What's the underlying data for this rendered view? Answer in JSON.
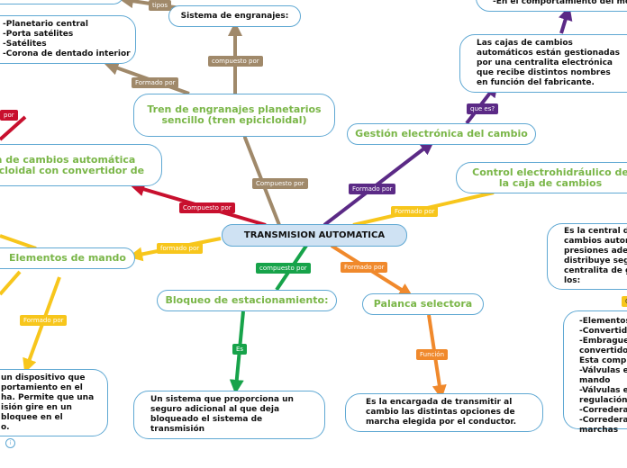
{
  "colors": {
    "brown": "#a0896a",
    "red": "#c8102e",
    "purple": "#5b2a86",
    "green": "#17a34a",
    "orange": "#f0892c",
    "yellow": "#f7c61c",
    "node_border": "#5fa8d3",
    "central_fill": "#cfe2f3"
  },
  "nodes": {
    "central": "TRANSMISION AUTOMATICA",
    "tren": "Tren de engranajes planetarios sencillo (tren epicicloidal)",
    "sistema": "Sistema de engranajes:",
    "componentes": "-Planetario central\n-Porta satélites\n-Satélites\n-Corona de dentado interior",
    "caja_convertidor": "a de cambios automática\nicloidal con convertidor de",
    "gestion": "Gestión electrónica del cambio",
    "gestion_desc": "Las cajas de cambios automáticos están gestionadas por una centralita electrónica que recibe distintos nombres en función del fabricante.",
    "motor": "-En el comportamiento del moto",
    "control": "Control electrohidráulico de la caja de cambios",
    "central_desc": "Es la central de\ncambios autom\npresiones adec\ndistribuye segu\ncentralita de g\nlos:",
    "elementos_list": "-Elementos\n-Convertido\n-Embrague\nconvertidor\nEsta compu\n-Válvulas e\nmando\n-Válvulas e\nregulación\n-Correderas\n-Corredera\nmarchas",
    "elementos": "Elementos de mando",
    "elementos_desc": "un dispositivo que\nportamiento en el\nha. Permite que una\nisión gire en un\nbloquee en el\no.",
    "bloqueo": "Bloqueo de estacionamiento:",
    "bloqueo_desc": "Un sistema que proporciona un seguro adicional al que deja bloqueado el sistema de transmisión",
    "palanca": "Palanca selectora",
    "palanca_desc": "Es la encargada de transmitir al cambio las distintas opciones de marcha elegida por el conductor."
  },
  "tags": {
    "tipos": "tipos",
    "compuesto_por_sistema": "compuesto por",
    "formado_por_componentes": "Formado por",
    "compuesto_por_tren": "Compuesto por",
    "por_red": "por",
    "compuesto_por_red": "Compuesto por",
    "formado_por_gestion": "Formado por",
    "que_es": "que es?",
    "formado_por_control": "Formado por",
    "formado_por_elementos": "formado por",
    "formado_por_yellow": "Formado por",
    "compuesto_por_bloqueo": "compuesto por",
    "es": "Es",
    "formado_por_palanca": "Formado por",
    "funcion": "Función",
    "c_partial": "C"
  },
  "info_icon": "i"
}
